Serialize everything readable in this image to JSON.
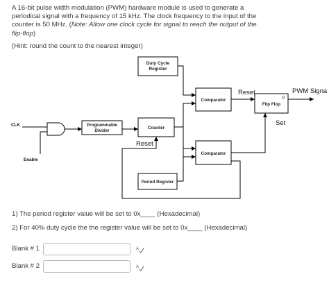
{
  "question": {
    "line1": "A 16-bit pulse width modulation (PWM) hardware module is used to generate a",
    "line2": "periodical signal with a frequency of 15 kHz. The clock frequency to the input of the",
    "line3_start": "counter is 50 MHz. (",
    "line3_note": "Note: Allow one clock cycle for signal to reach the output of the",
    "line4_note": "flip-flop",
    "line4_end": ")",
    "hint": "(Hint: round the count to the nearest integer)"
  },
  "diagram": {
    "duty_cycle_register_line1": "Duty Cycle",
    "duty_cycle_register_line2": "Register",
    "comparator_top": "Comparator",
    "comparator_bottom": "Comparator",
    "flip_flop": "Flip Flop",
    "flip_flop_q": "Q",
    "reset_ff": "Reset",
    "set_ff": "Set",
    "pwm_signal": "PWM Signa",
    "clk": "CLK",
    "enable": "Enable",
    "programmable_divider_line1": "Programmable",
    "programmable_divider_line2": "Divider",
    "counter": "Counter",
    "reset_counter": "Reset",
    "period_register": "Period Register"
  },
  "questions": {
    "q1": "1) The period register value will be set to 0x____ (Hexadecimal)",
    "q2": "2) For 40% duty cycle the the register value will be set to 0x____ (Hexadecimal)"
  },
  "blanks": [
    {
      "label": "Blank # 1",
      "value": "",
      "spell_icon": "spellcheck-icon"
    },
    {
      "label": "Blank # 2",
      "value": "",
      "spell_icon": "spellcheck-icon"
    }
  ]
}
